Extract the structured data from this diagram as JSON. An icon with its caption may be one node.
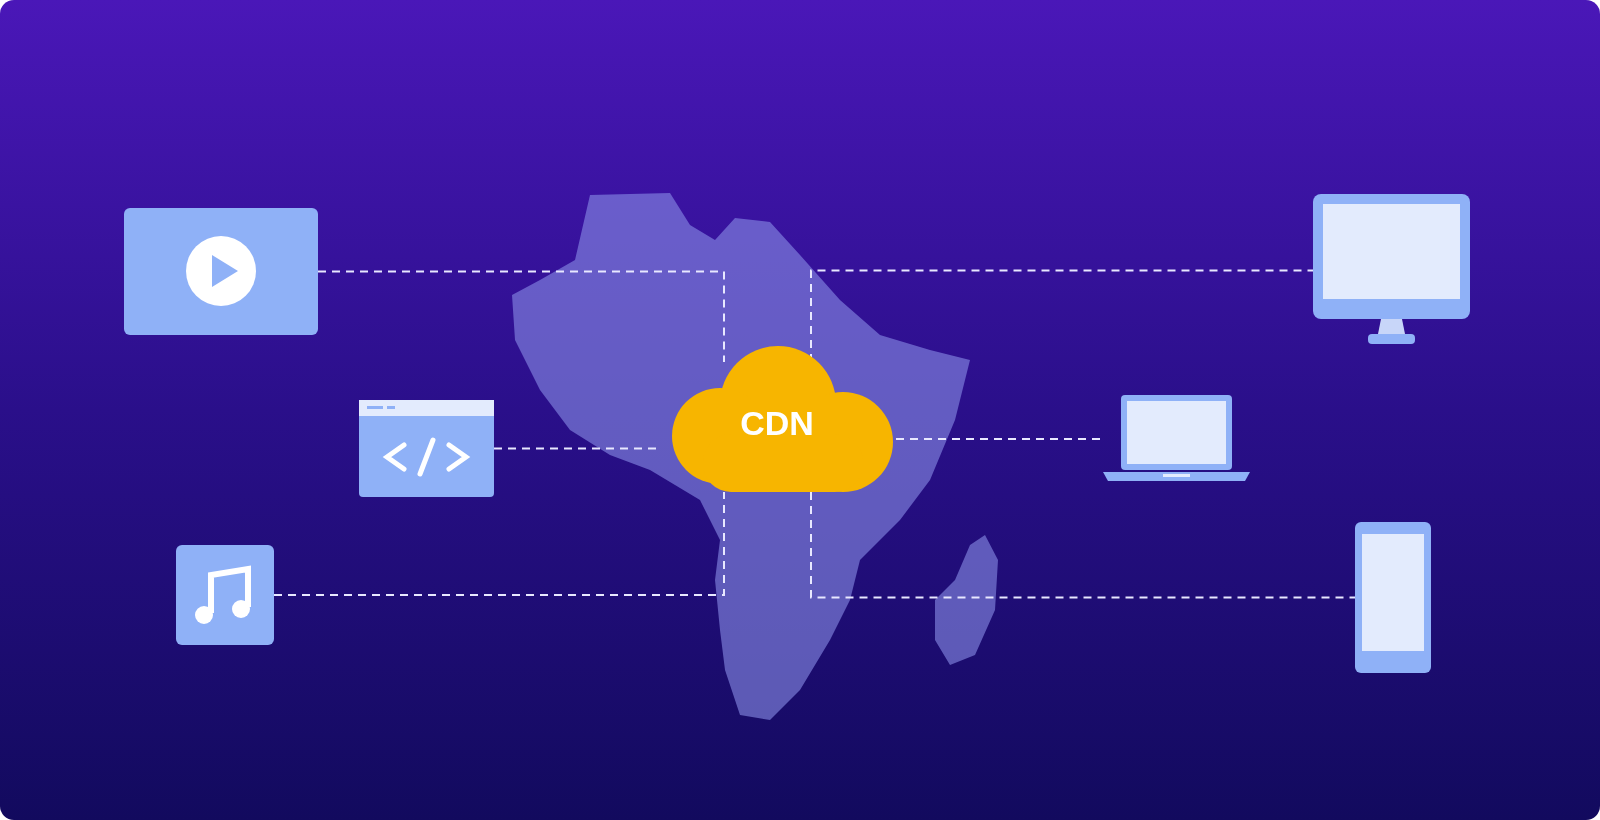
{
  "diagram": {
    "nodes": [
      {
        "text": [],
        "shape": "picture"
      },
      {
        "text": [],
        "shape": "picture"
      },
      {
        "text": [],
        "shape": "picture"
      },
      {
        "text": [
          "CDN"
        ]
      },
      {
        "text": [],
        "shape": "picture"
      },
      {
        "text": [],
        "shape": "picture"
      },
      {
        "text": [],
        "shape": "picture"
      }
    ],
    "edges": [
      {
        "from": 0,
        "to": 3,
        "arrow": "none",
        "style": "dashed"
      },
      {
        "from": 1,
        "to": 3,
        "arrow": "none",
        "style": "dashed"
      },
      {
        "from": 2,
        "to": 3,
        "arrow": "none",
        "style": "dashed"
      },
      {
        "from": 3,
        "to": 4,
        "arrow": "none",
        "style": "dashed"
      },
      {
        "from": 3,
        "to": 5,
        "arrow": "none",
        "style": "dashed"
      },
      {
        "from": 3,
        "to": 6,
        "arrow": "none",
        "style": "dashed"
      }
    ]
  }
}
